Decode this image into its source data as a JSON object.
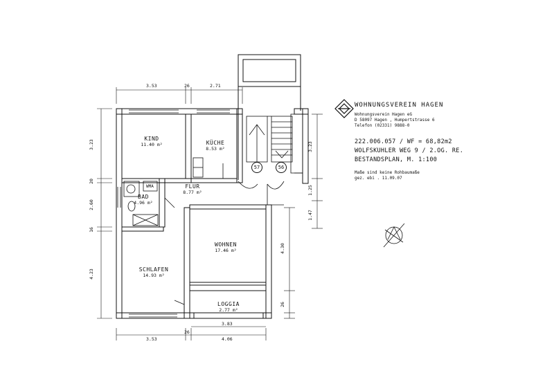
{
  "rooms": {
    "kind": {
      "name": "KIND",
      "area": "11.40 m²"
    },
    "kueche": {
      "name": "KÜCHE",
      "area": "8.53 m²"
    },
    "flur": {
      "name": "FLUR",
      "area": "8.77 m²"
    },
    "bad": {
      "name": "BAD",
      "area": "4.96 m²"
    },
    "wohnen": {
      "name": "WOHNEN",
      "area": "17.46 m²"
    },
    "schlafen": {
      "name": "SCHLAFEN",
      "area": "14.93 m²"
    },
    "loggia": {
      "name": "LOGGIA",
      "area": "2.77 m²"
    },
    "wma": "WMA"
  },
  "dimensions": {
    "top": [
      "3.53",
      "26",
      "2.71"
    ],
    "bottom": [
      "3.53",
      "26",
      "4.06"
    ],
    "loggia_width": "3.83",
    "left": [
      "3.23",
      "20",
      "2.60",
      "16",
      "4.23"
    ],
    "right_upper": [
      "3.23",
      "1.25",
      "1.47"
    ],
    "right_lower": [
      "4.30",
      "26"
    ]
  },
  "stair_numbers": [
    "57",
    "56"
  ],
  "titleblock": {
    "company": "WOHNUNGSVEREIN HAGEN",
    "line1": "Wohnungsverein Hagen eG",
    "line2": "D 58097 Hagen , Humpertstrasse 6",
    "line3": "Telefon (02331) 9888-0",
    "code": "222.006.057 / WF = 68,82m2",
    "address": "WOLFSKUHLER WEG 9 / 2.OG. RE.",
    "plan": "BESTANDSPLAN, M. 1:100",
    "note1": "Maße sind keine Rohbaumaße",
    "note2": "gez. ebi . 11.09.07"
  }
}
